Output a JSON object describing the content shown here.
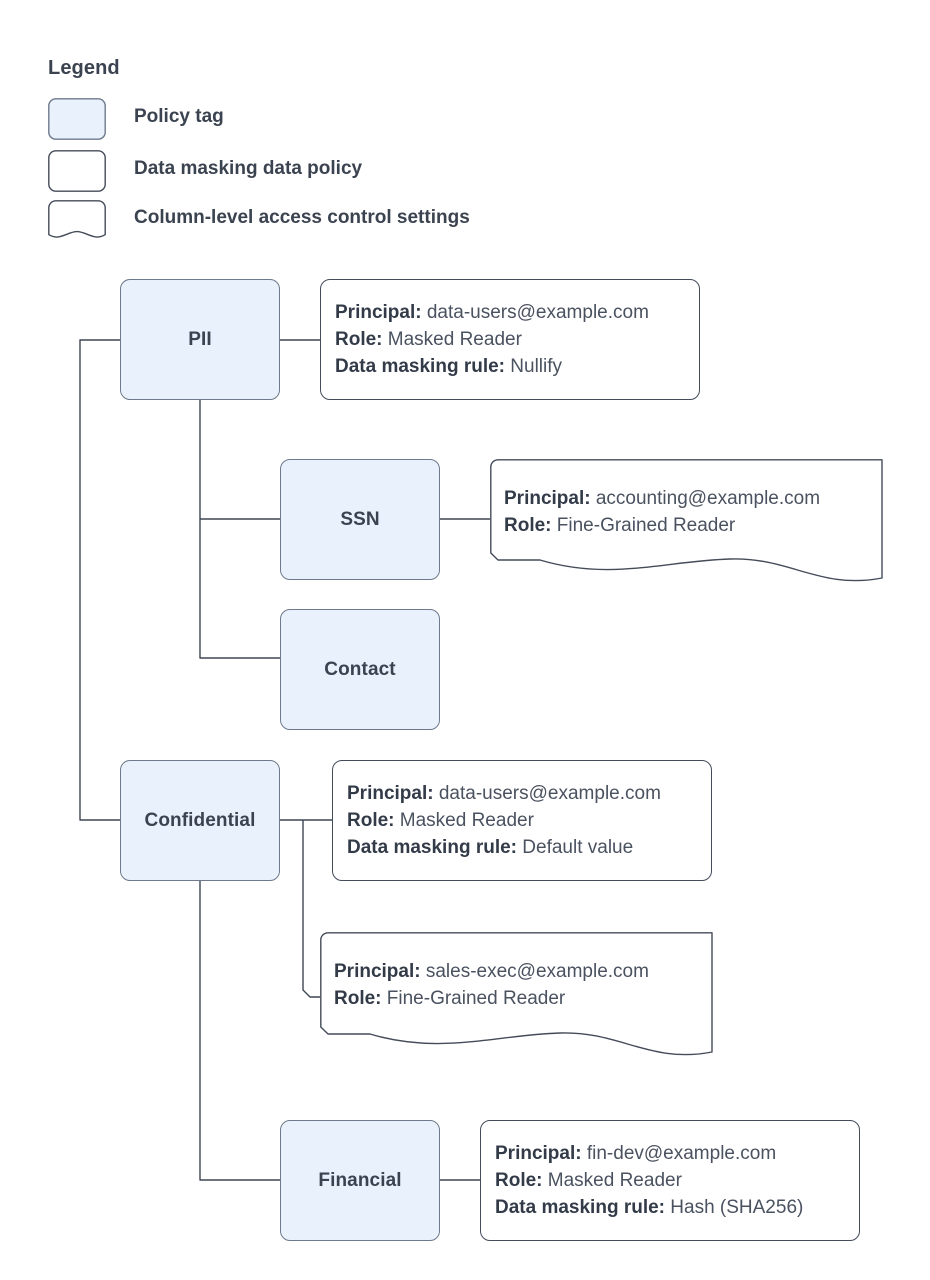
{
  "legend": {
    "title": "Legend",
    "items": [
      {
        "shape": "policy-tag",
        "label": "Policy tag"
      },
      {
        "shape": "data-policy",
        "label": "Data masking data policy"
      },
      {
        "shape": "access-settings",
        "label": "Column-level access control settings"
      }
    ]
  },
  "colors": {
    "tag_fill": "#e9f1fc",
    "tag_border": "#6d7a8c",
    "callout_border": "#444c5a",
    "text": "#3b4350",
    "line": "#3d4654",
    "background": "#ffffff"
  },
  "nodes": [
    {
      "id": "pii",
      "label": "PII"
    },
    {
      "id": "ssn",
      "label": "SSN"
    },
    {
      "id": "contact",
      "label": "Contact"
    },
    {
      "id": "confidential",
      "label": "Confidential"
    },
    {
      "id": "financial",
      "label": "Financial"
    }
  ],
  "labels": {
    "principal": "Principal:",
    "role": "Role:",
    "masking_rule": "Data masking rule:"
  },
  "callouts": [
    {
      "id": "pii-policy",
      "kind": "data-masking-data-policy",
      "for_node": "pii",
      "principal": "data-users@example.com",
      "role": "Masked Reader",
      "masking_rule": "Nullify"
    },
    {
      "id": "ssn-access",
      "kind": "column-level-access-control-settings",
      "for_node": "ssn",
      "principal": "accounting@example.com",
      "role": "Fine-Grained Reader",
      "masking_rule": null
    },
    {
      "id": "confidential-policy",
      "kind": "data-masking-data-policy",
      "for_node": "confidential",
      "principal": "data-users@example.com",
      "role": "Masked Reader",
      "masking_rule": "Default value"
    },
    {
      "id": "confidential-access",
      "kind": "column-level-access-control-settings",
      "for_node": "confidential",
      "principal": "sales-exec@example.com",
      "role": "Fine-Grained Reader",
      "masking_rule": null
    },
    {
      "id": "financial-policy",
      "kind": "data-masking-data-policy",
      "for_node": "financial",
      "principal": "fin-dev@example.com",
      "role": "Masked Reader",
      "masking_rule": "Hash (SHA256)"
    }
  ]
}
